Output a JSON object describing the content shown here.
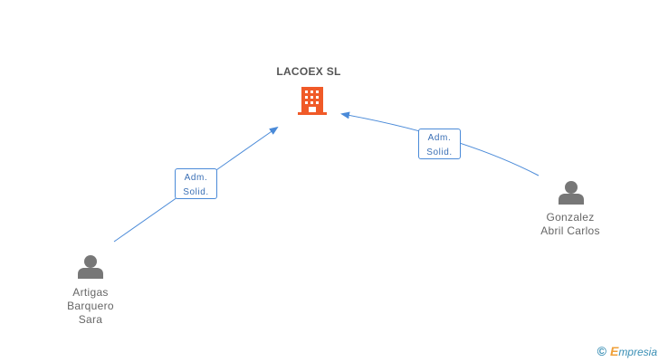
{
  "company": {
    "name": "LACOEX SL",
    "icon": "building-icon",
    "color": "#f05a28"
  },
  "persons": [
    {
      "name_lines": [
        "Artigas",
        "Barquero",
        "Sara"
      ],
      "icon": "person-icon"
    },
    {
      "name_lines": [
        "Gonzalez",
        "Abril Carlos"
      ],
      "icon": "person-icon"
    }
  ],
  "edges": [
    {
      "label_lines": [
        "Adm.",
        "Solid."
      ]
    },
    {
      "label_lines": [
        "Adm.",
        "Solid."
      ]
    }
  ],
  "colors": {
    "edge": "#4a8ad8",
    "person_icon": "#777777",
    "text": "#666666"
  },
  "watermark": {
    "copyright_symbol": "©",
    "brand_initial": "E",
    "brand_rest": "mpresia"
  }
}
